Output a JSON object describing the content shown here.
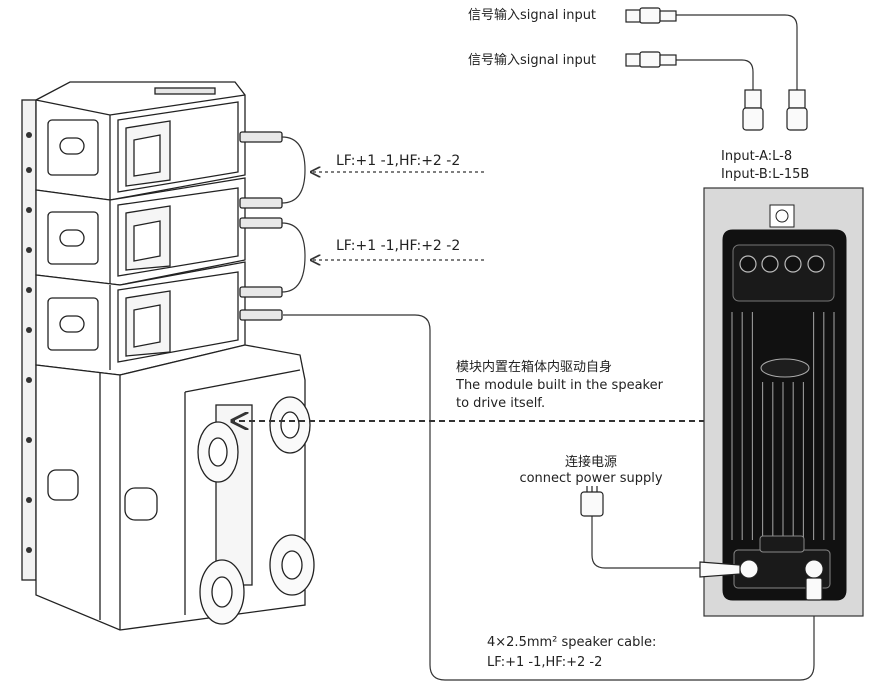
{
  "signal_inputs": [
    {
      "label": "信号输入signal input"
    },
    {
      "label": "信号输入signal input"
    }
  ],
  "input_assignments": {
    "line1": "Input-A:L-8",
    "line2": "Input-B:L-15B"
  },
  "link_wiring": [
    {
      "label": "LF:+1 -1,HF:+2 -2"
    },
    {
      "label": "LF:+1 -1,HF:+2 -2"
    }
  ],
  "module_note": {
    "zh": "模块内置在箱体内驱动自身",
    "en_line1": "The module built in the speaker",
    "en_line2": "to drive itself."
  },
  "power": {
    "zh": "连接电源",
    "en": "connect power supply"
  },
  "speaker_cable": {
    "line1": "4×2.5mm² speaker cable:",
    "line2": "LF:+1 -1,HF:+2 -2"
  },
  "colors": {
    "line": "#333333",
    "panel_fill": "#d9d9d9",
    "amp_body": "#111111"
  }
}
